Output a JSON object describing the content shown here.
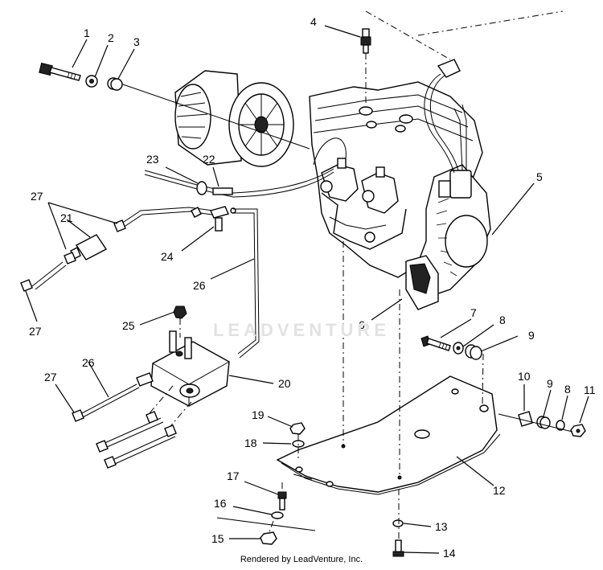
{
  "callouts": [
    {
      "id": "c1",
      "text": "1"
    },
    {
      "id": "c2",
      "text": "2"
    },
    {
      "id": "c3",
      "text": "3"
    },
    {
      "id": "c4",
      "text": "4"
    },
    {
      "id": "c5",
      "text": "5"
    },
    {
      "id": "c6",
      "text": "6"
    },
    {
      "id": "c7",
      "text": "7"
    },
    {
      "id": "c8a",
      "text": "8"
    },
    {
      "id": "c9a",
      "text": "9"
    },
    {
      "id": "c10",
      "text": "10"
    },
    {
      "id": "c9b",
      "text": "9"
    },
    {
      "id": "c8b",
      "text": "8"
    },
    {
      "id": "c11",
      "text": "11"
    },
    {
      "id": "c12",
      "text": "12"
    },
    {
      "id": "c13",
      "text": "13"
    },
    {
      "id": "c14",
      "text": "14"
    },
    {
      "id": "c15",
      "text": "15"
    },
    {
      "id": "c16",
      "text": "16"
    },
    {
      "id": "c17",
      "text": "17"
    },
    {
      "id": "c18",
      "text": "18"
    },
    {
      "id": "c19",
      "text": "19"
    },
    {
      "id": "c20",
      "text": "20"
    },
    {
      "id": "c21",
      "text": "21"
    },
    {
      "id": "c22",
      "text": "22"
    },
    {
      "id": "c23",
      "text": "23"
    },
    {
      "id": "c24",
      "text": "24"
    },
    {
      "id": "c25",
      "text": "25"
    },
    {
      "id": "c26a",
      "text": "26"
    },
    {
      "id": "c26b",
      "text": "26"
    },
    {
      "id": "c27a",
      "text": "27"
    },
    {
      "id": "c27b",
      "text": "27"
    },
    {
      "id": "c27c",
      "text": "27"
    }
  ],
  "watermark": "LEADVENTURE",
  "footer": "Rendered by LeadVenture, Inc."
}
